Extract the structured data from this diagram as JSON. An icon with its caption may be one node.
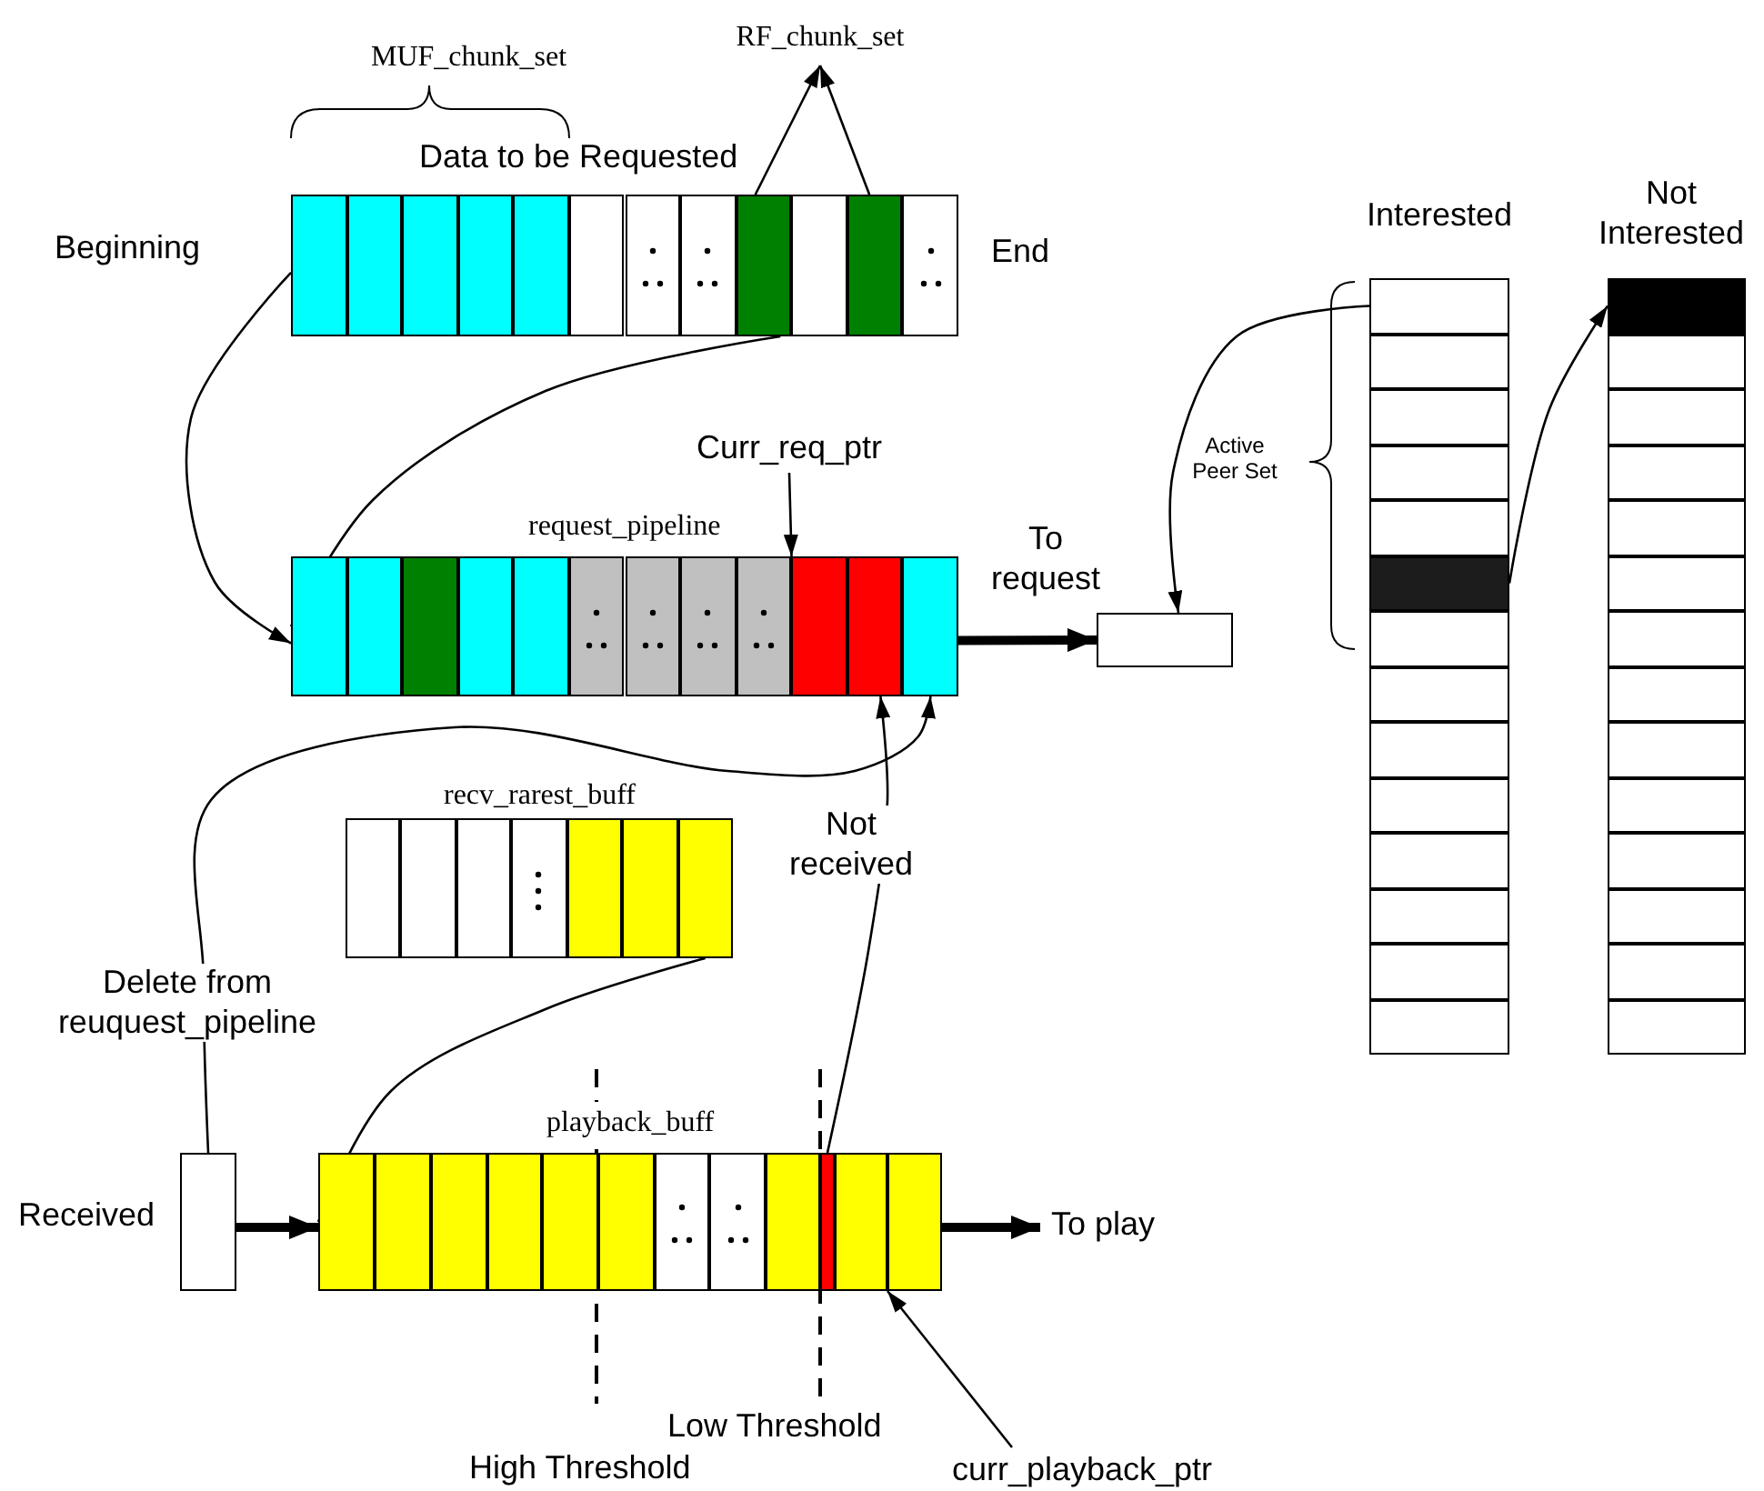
{
  "diagram": {
    "nodes": [
      {
        "text": [
          "Data to be Requested"
        ],
        "beside": [
          "Beginning",
          "End"
        ]
      },
      {
        "text": [],
        "shape": "box",
        "in": 0
      },
      {
        "text": [],
        "shape": "box",
        "in": 0
      },
      {
        "text": [],
        "shape": "box",
        "in": 0
      },
      {
        "text": [],
        "shape": "box",
        "in": 0
      },
      {
        "text": [],
        "shape": "box",
        "in": 0
      },
      {
        "text": [],
        "shape": "box",
        "in": 0
      },
      {
        "text": [],
        "shape": "box",
        "in": 0
      },
      {
        "text": [],
        "shape": "box",
        "in": 0
      },
      {
        "text": [],
        "shape": "box",
        "in": 0
      },
      {
        "text": [],
        "shape": "box",
        "in": 0
      },
      {
        "text": [],
        "shape": "box",
        "in": 0
      },
      {
        "text": [],
        "shape": "box",
        "in": 0
      },
      {
        "text": [
          "RF_chunk_set"
        ]
      },
      {
        "text": [
          "request_pipeline"
        ]
      },
      {
        "text": [],
        "shape": "box",
        "in": 14
      },
      {
        "text": [],
        "shape": "box",
        "in": 14
      },
      {
        "text": [],
        "shape": "box",
        "in": 14
      },
      {
        "text": [],
        "shape": "box",
        "in": 14
      },
      {
        "text": [],
        "shape": "box",
        "in": 14
      },
      {
        "text": [],
        "shape": "box",
        "in": 14
      },
      {
        "text": [],
        "shape": "box",
        "in": 14
      },
      {
        "text": [],
        "shape": "box",
        "in": 14
      },
      {
        "text": [],
        "shape": "box",
        "in": 14
      },
      {
        "text": [],
        "shape": "box",
        "in": 14
      },
      {
        "text": [],
        "shape": "box",
        "in": 14
      },
      {
        "text": [],
        "shape": "box",
        "in": 14
      },
      {
        "text": [
          "Curr_req_ptr"
        ]
      },
      {
        "text": [],
        "shape": "box"
      },
      {
        "text": [
          "Interested"
        ]
      },
      {
        "text": [],
        "shape": "box",
        "in": 29
      },
      {
        "text": [],
        "shape": "box",
        "in": 29
      },
      {
        "text": [],
        "shape": "box",
        "in": 29
      },
      {
        "text": [],
        "shape": "box",
        "in": 29
      },
      {
        "text": [],
        "shape": "box",
        "in": 29
      },
      {
        "text": [],
        "shape": "box",
        "in": 29
      },
      {
        "text": [],
        "shape": "box",
        "in": 29
      },
      {
        "text": [],
        "shape": "box",
        "in": 29
      },
      {
        "text": [],
        "shape": "box",
        "in": 29
      },
      {
        "text": [],
        "shape": "box",
        "in": 29
      },
      {
        "text": [],
        "shape": "box",
        "in": 29
      },
      {
        "text": [],
        "shape": "box",
        "in": 29
      },
      {
        "text": [],
        "shape": "box",
        "in": 29
      },
      {
        "text": [],
        "shape": "box",
        "in": 29
      },
      {
        "text": [
          "Not Interested"
        ]
      },
      {
        "text": [],
        "shape": "box",
        "in": 44
      },
      {
        "text": [],
        "shape": "box",
        "in": 44
      },
      {
        "text": [],
        "shape": "box",
        "in": 44
      },
      {
        "text": [],
        "shape": "box",
        "in": 44
      },
      {
        "text": [],
        "shape": "box",
        "in": 44
      },
      {
        "text": [],
        "shape": "box",
        "in": 44
      },
      {
        "text": [],
        "shape": "box",
        "in": 44
      },
      {
        "text": [],
        "shape": "box",
        "in": 44
      },
      {
        "text": [],
        "shape": "box",
        "in": 44
      },
      {
        "text": [],
        "shape": "box",
        "in": 44
      },
      {
        "text": [],
        "shape": "box",
        "in": 44
      },
      {
        "text": [],
        "shape": "box",
        "in": 44
      },
      {
        "text": [],
        "shape": "box",
        "in": 44
      },
      {
        "text": [],
        "shape": "box",
        "in": 44
      },
      {
        "text": [
          "recv_rarest_buff"
        ]
      },
      {
        "text": [],
        "shape": "box",
        "in": 59
      },
      {
        "text": [],
        "shape": "box",
        "in": 59
      },
      {
        "text": [],
        "shape": "box",
        "in": 59
      },
      {
        "text": [],
        "shape": "box",
        "in": 59
      },
      {
        "text": [],
        "shape": "box",
        "in": 59
      },
      {
        "text": [],
        "shape": "box",
        "in": 59
      },
      {
        "text": [],
        "shape": "box",
        "in": 59
      },
      {
        "text": [],
        "shape": "box",
        "beside": [
          "Received"
        ]
      },
      {
        "text": [
          "playback_buff"
        ]
      },
      {
        "text": [],
        "shape": "box",
        "in": 68
      },
      {
        "text": [],
        "shape": "box",
        "in": 68
      },
      {
        "text": [],
        "shape": "box",
        "in": 68
      },
      {
        "text": [],
        "shape": "box",
        "in": 68
      },
      {
        "text": [],
        "shape": "box",
        "in": 68
      },
      {
        "text": [],
        "shape": "box",
        "in": 68
      },
      {
        "text": [],
        "shape": "box",
        "in": 68
      },
      {
        "text": [],
        "shape": "box",
        "in": 68
      },
      {
        "text": [],
        "shape": "box",
        "in": 68
      },
      {
        "text": [],
        "shape": "box",
        "in": 68
      },
      {
        "text": [],
        "shape": "box",
        "in": 68
      },
      {
        "text": [],
        "shape": "box",
        "in": 68
      },
      {
        "text": [
          "curr_playback_ptr"
        ]
      }
    ],
    "edges": [
      {
        "from": 1,
        "to": 15,
        "arrow": "to"
      },
      {
        "from": 9,
        "to": 15,
        "arrow": "to"
      },
      {
        "from": 9,
        "to": 13,
        "arrow": "to"
      },
      {
        "from": 11,
        "to": 13,
        "arrow": "to"
      },
      {
        "from": 27,
        "to": 24,
        "arrow": "to"
      },
      {
        "from": 14,
        "to": 28,
        "arrow": "to",
        "label": "To request",
        "style": "thick"
      },
      {
        "from": 30,
        "to": 28,
        "arrow": "to"
      },
      {
        "from": 35,
        "to": 45,
        "arrow": "to"
      },
      {
        "from": 67,
        "to": 26,
        "arrow": "to",
        "label": "Delete from reuquest_pipeline"
      },
      {
        "from": 78,
        "to": 25,
        "arrow": "to",
        "label": "Not received"
      },
      {
        "from": 66,
        "to": 69,
        "arrow": "to"
      },
      {
        "from": 67,
        "to": 68,
        "arrow": "to",
        "style": "thick"
      },
      {
        "from": 68,
        "to": null,
        "arrow": "to",
        "label": "To play",
        "style": "thick"
      },
      {
        "from": 81,
        "to": 79,
        "arrow": "to"
      }
    ],
    "labels": [
      "MUF_chunk_set",
      "Active Peer Set",
      "Low Threshold",
      "High Threshold"
    ]
  }
}
